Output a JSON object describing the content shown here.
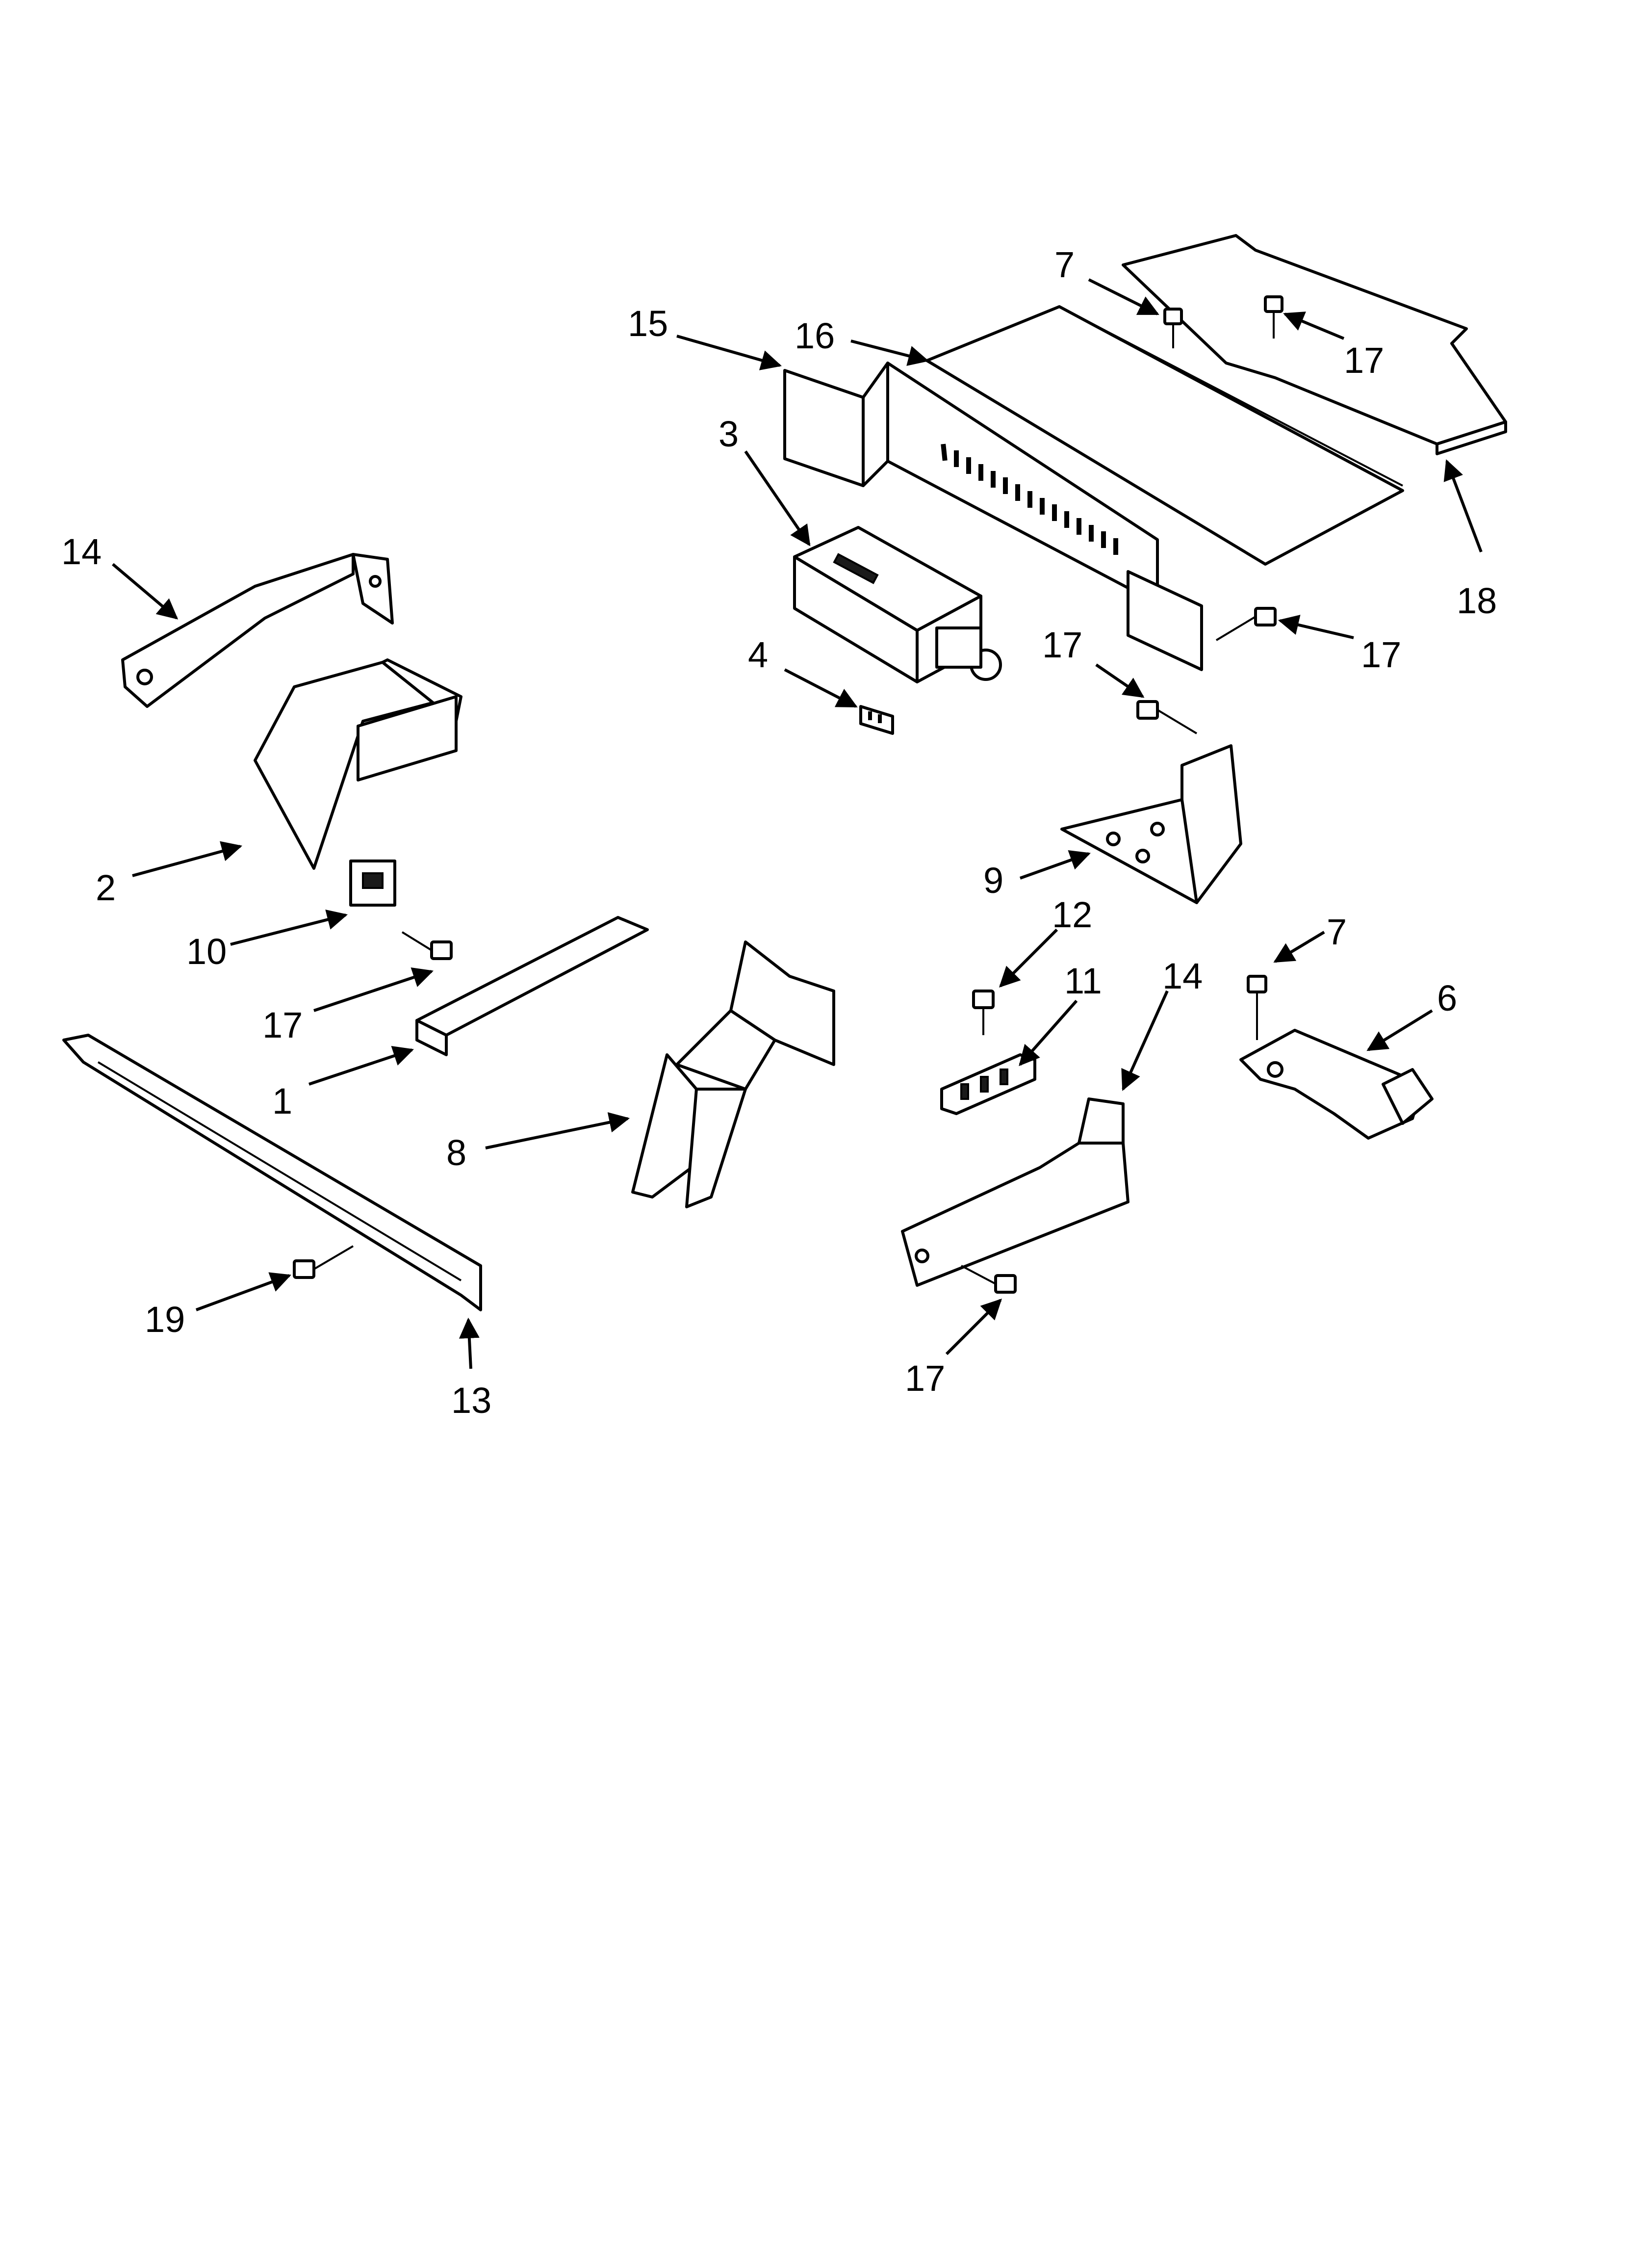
{
  "diagram": {
    "callouts": [
      {
        "id": "c-7a",
        "label": "7"
      },
      {
        "id": "c-15",
        "label": "15"
      },
      {
        "id": "c-16",
        "label": "16"
      },
      {
        "id": "c-17a",
        "label": "17"
      },
      {
        "id": "c-3",
        "label": "3"
      },
      {
        "id": "c-18",
        "label": "18"
      },
      {
        "id": "c-14a",
        "label": "14"
      },
      {
        "id": "c-17b",
        "label": "17"
      },
      {
        "id": "c-17c",
        "label": "17"
      },
      {
        "id": "c-4",
        "label": "4"
      },
      {
        "id": "c-2",
        "label": "2"
      },
      {
        "id": "c-9",
        "label": "9"
      },
      {
        "id": "c-10",
        "label": "10"
      },
      {
        "id": "c-12",
        "label": "12"
      },
      {
        "id": "c-7b",
        "label": "7"
      },
      {
        "id": "c-11",
        "label": "11"
      },
      {
        "id": "c-14b",
        "label": "14"
      },
      {
        "id": "c-6",
        "label": "6"
      },
      {
        "id": "c-17d",
        "label": "17"
      },
      {
        "id": "c-1",
        "label": "1"
      },
      {
        "id": "c-8",
        "label": "8"
      },
      {
        "id": "c-19",
        "label": "19"
      },
      {
        "id": "c-13",
        "label": "13"
      },
      {
        "id": "c-17e",
        "label": "17"
      }
    ]
  }
}
